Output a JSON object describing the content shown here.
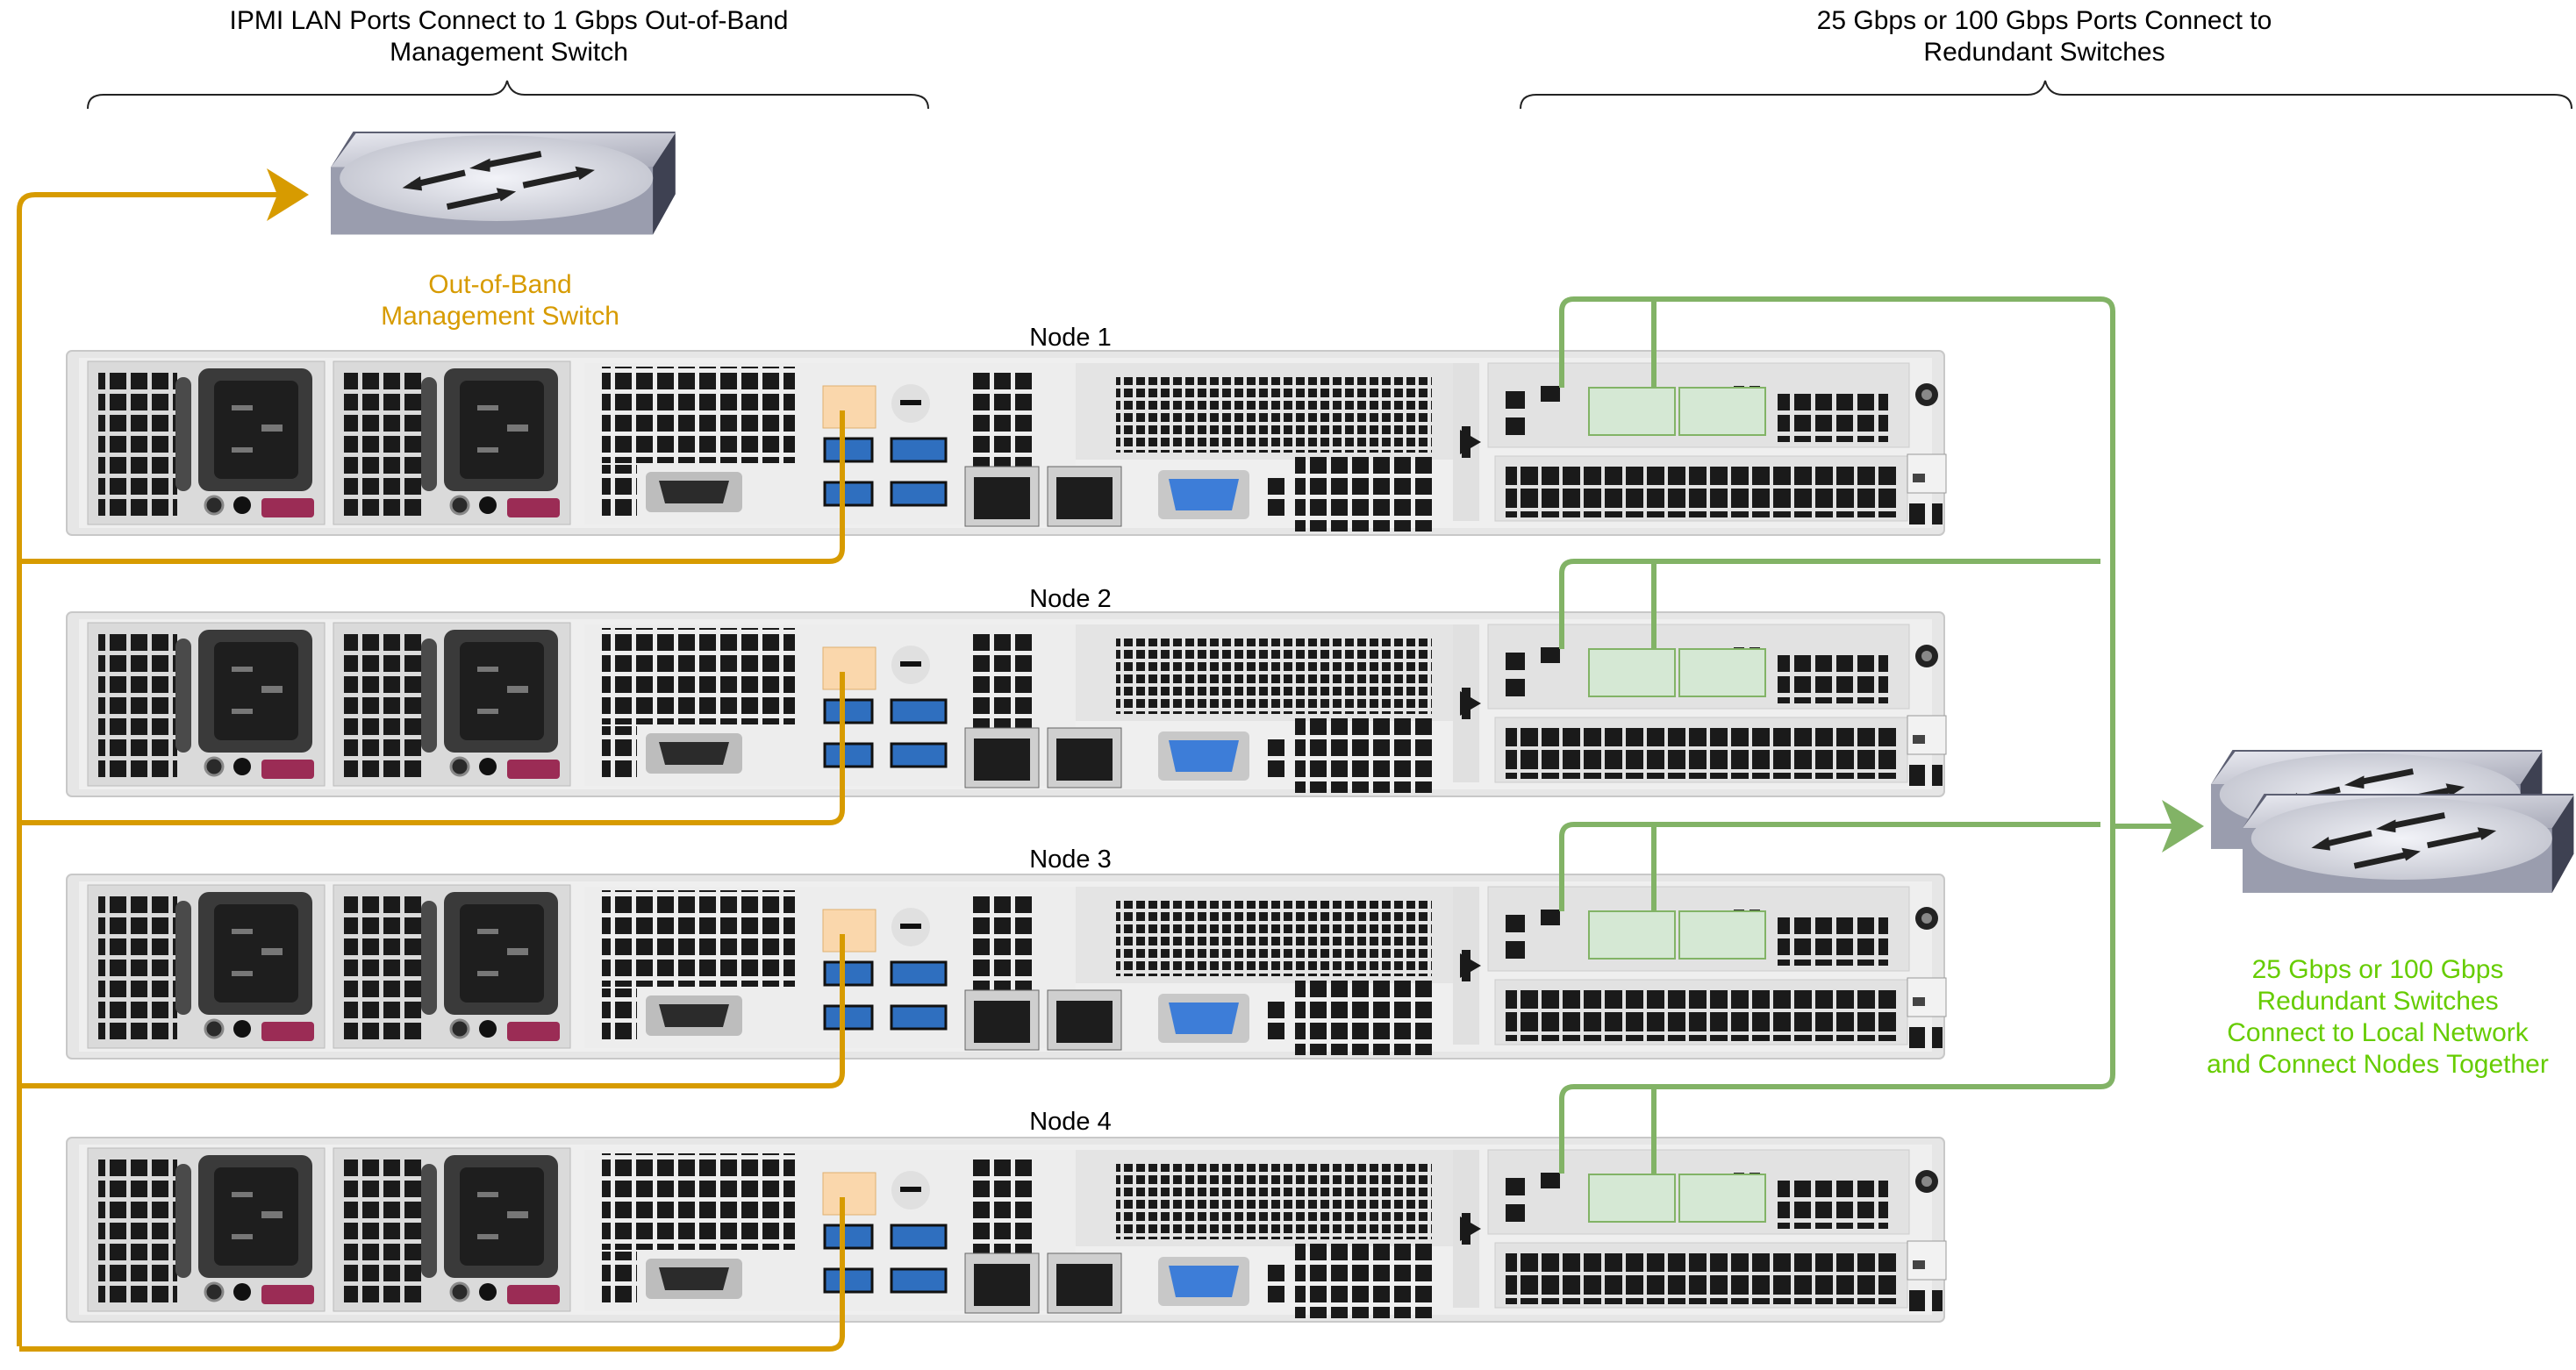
{
  "headers": {
    "ipmi_line1": "IPMI LAN Ports Connect to 1 Gbps Out-of-Band",
    "ipmi_line2": "Management Switch",
    "data_line1": "25 Gbps or 100 Gbps Ports Connect to",
    "data_line2": "Redundant Switches"
  },
  "oob_switch": {
    "label_line1": "Out-of-Band",
    "label_line2": "Management Switch"
  },
  "redundant_switches": {
    "label_lines": [
      "25 Gbps or 100 Gbps",
      "Redundant Switches",
      "Connect to Local Network",
      "and Connect Nodes Together"
    ]
  },
  "nodes": [
    {
      "name": "Node 1"
    },
    {
      "name": "Node 2"
    },
    {
      "name": "Node 3"
    },
    {
      "name": "Node 4"
    }
  ],
  "colors": {
    "ipmi_cable": "#D79B00",
    "data_cable": "#82B366",
    "oob_label": "#D79B00",
    "switch_label": "#66CC00",
    "nic_port_fill": "#D5E8D4",
    "ipmi_port_fill": "#FAD7AC",
    "usb_blue": "#2F6FBF",
    "vga_blue": "#3D7DD8",
    "chassis": "#EAEAEA",
    "dark": "#1A1A1A"
  },
  "icons": [
    "network-switch-icon",
    "power-inlet-icon",
    "rj45-port-icon",
    "usb-port-icon",
    "vga-port-icon",
    "serial-port-icon"
  ]
}
